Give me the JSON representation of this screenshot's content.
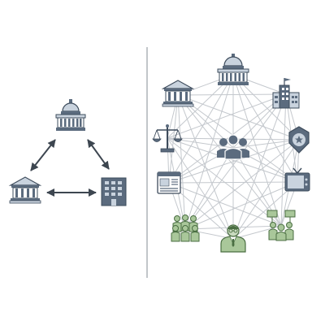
{
  "colors": {
    "icon_dark": "#5b6b7e",
    "icon_outline": "#3e4c5c",
    "icon_light": "#c9d3de",
    "icon_citizen_fill": "#a9c79a",
    "icon_citizen_outline": "#4a6e42",
    "arrow": "#3d4650",
    "network_line": "#c4c8cd",
    "divider": "#9aa0a6"
  },
  "left_diagram": {
    "nodes": [
      {
        "id": "capitol",
        "icon": "capitol-icon"
      },
      {
        "id": "court",
        "icon": "courthouse-icon"
      },
      {
        "id": "office",
        "icon": "office-building-icon"
      }
    ],
    "arrows": [
      {
        "from": "capitol",
        "to": "court",
        "bidirectional": true
      },
      {
        "from": "capitol",
        "to": "office",
        "bidirectional": true
      },
      {
        "from": "court",
        "to": "office",
        "bidirectional": true
      }
    ]
  },
  "right_diagram": {
    "center": {
      "id": "people",
      "icon": "people-group-icon"
    },
    "ring": [
      {
        "id": "capitol",
        "icon": "capitol-icon"
      },
      {
        "id": "city-hall",
        "icon": "city-hall-icon"
      },
      {
        "id": "police",
        "icon": "police-badge-icon"
      },
      {
        "id": "media",
        "icon": "television-icon"
      },
      {
        "id": "protest",
        "icon": "protesters-icon"
      },
      {
        "id": "leader",
        "icon": "leader-icon"
      },
      {
        "id": "crowd",
        "icon": "crowd-icon"
      },
      {
        "id": "news",
        "icon": "newspaper-icon"
      },
      {
        "id": "justice",
        "icon": "scales-of-justice-icon"
      },
      {
        "id": "court",
        "icon": "courthouse-icon"
      }
    ],
    "network": "fully-connected"
  }
}
